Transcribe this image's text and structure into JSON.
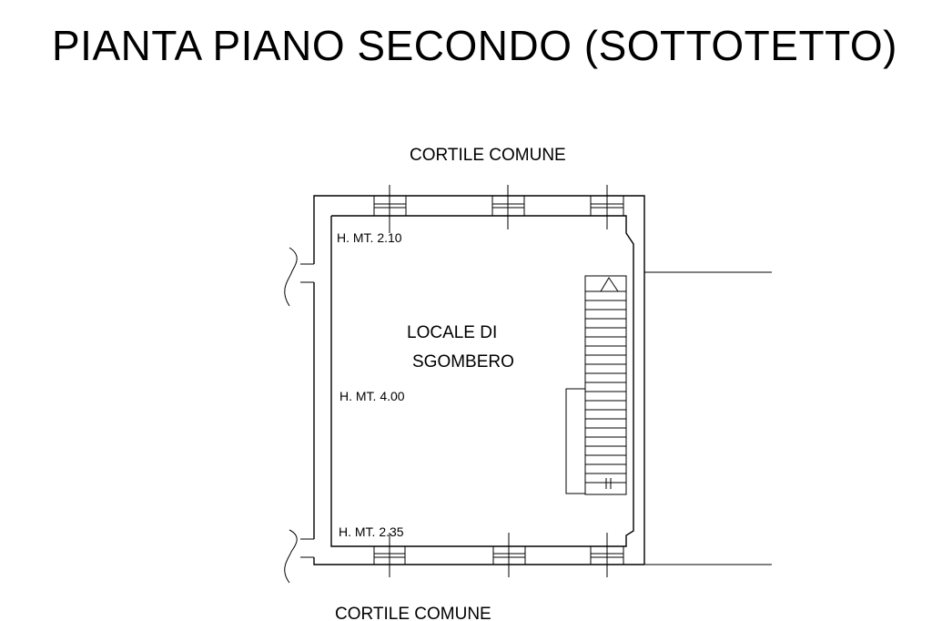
{
  "plan": {
    "title": "PIANTA PIANO SECONDO (SOTTOTETTO)",
    "labels": {
      "courtyard_top": "CORTILE COMUNE",
      "courtyard_bottom": "CORTILE COMUNE",
      "room_line1": "LOCALE DI",
      "room_line2": "SGOMBERO",
      "height_top": "H. MT. 2.10",
      "height_mid": "H. MT. 4.00",
      "height_bottom": "H. MT. 2.35"
    },
    "colors": {
      "line": "#000000",
      "background": "#ffffff"
    }
  }
}
